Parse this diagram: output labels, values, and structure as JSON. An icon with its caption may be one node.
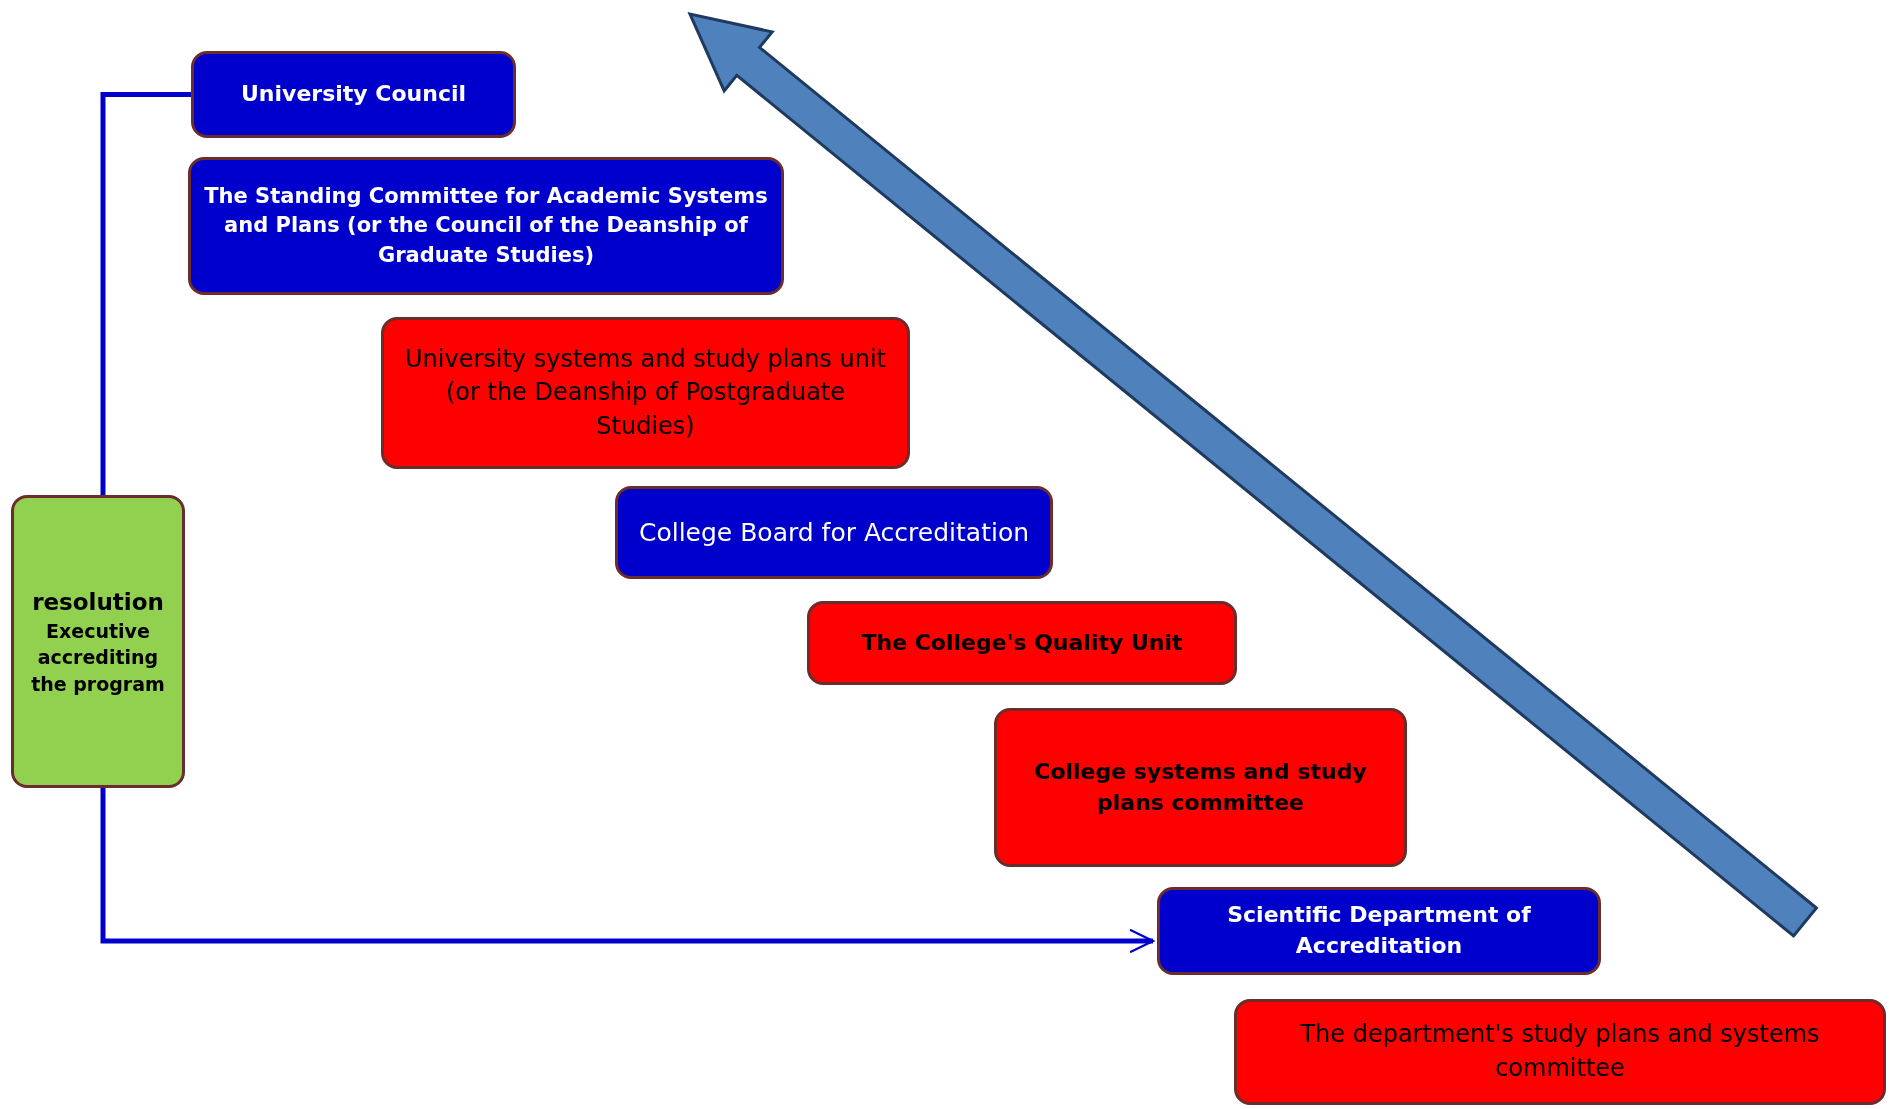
{
  "diagram": {
    "nodes": [
      {
        "text": [
          "University Council"
        ]
      },
      {
        "text": [
          "The Standing Committee for Academic Systems and Plans (or the Council of the Deanship of Graduate Studies)"
        ]
      },
      {
        "text": [
          "University systems and study plans unit (or the Deanship of Postgraduate Studies)"
        ]
      },
      {
        "text": [
          "College Board for Accreditation"
        ]
      },
      {
        "text": [
          "resolution",
          "Executive accrediting the program"
        ]
      },
      {
        "text": [
          "The College's Quality Unit"
        ]
      },
      {
        "text": [
          "College systems and study plans committee"
        ]
      },
      {
        "text": [
          "Scientific Department of Accreditation"
        ]
      },
      {
        "text": [
          "The department's study plans and systems committee"
        ]
      }
    ],
    "edges": [
      {
        "from": 0,
        "to": 4,
        "arrow": "none"
      },
      {
        "from": 4,
        "to": 7,
        "arrow": "to"
      }
    ]
  }
}
